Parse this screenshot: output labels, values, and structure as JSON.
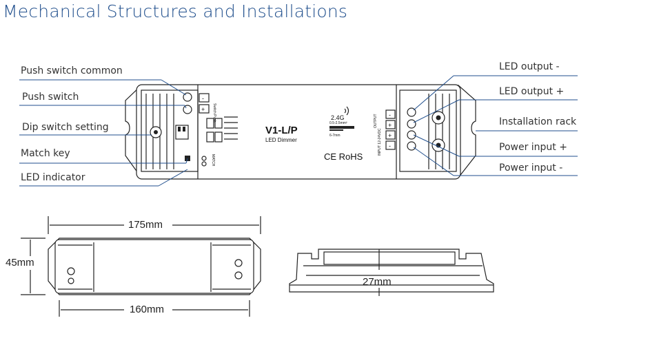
{
  "title": "Mechanical Structures and Installations",
  "labels_left": {
    "push_common": "Push switch common",
    "push_switch": "Push switch",
    "dip_switch": "Dip switch setting",
    "match_key": "Match key",
    "led_indicator": "LED indicator"
  },
  "labels_right": {
    "led_out_neg": "LED output -",
    "led_out_pos": "LED output +",
    "install_rack": "Installation rack",
    "power_in_pos": "Power input +",
    "power_in_neg": "Power input -"
  },
  "device": {
    "model": "V1-L/P",
    "subtitle": "LED Dimmer",
    "rf": "2.4G",
    "cert": "CE RoHS",
    "wire_gauge": "0.5-2.5mm²",
    "strip_length": "6-7mm",
    "output_text": "OUTPUT",
    "input_text": "INPUT 12-24VDC",
    "switch_push": "Switch Push",
    "match_text": "MATCH"
  },
  "dimensions": {
    "length_total": "175mm",
    "length_body": "160mm",
    "width": "45mm",
    "height": "27mm"
  }
}
